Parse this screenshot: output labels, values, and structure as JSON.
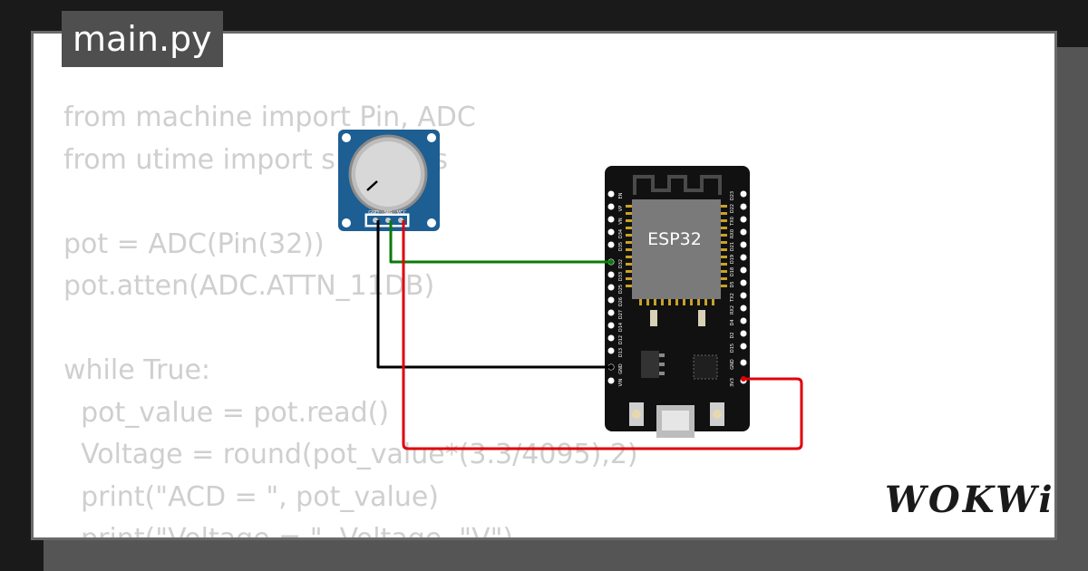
{
  "tab": {
    "title": "main.py"
  },
  "code": {
    "lines": [
      "from machine import Pin, ADC",
      "from utime import sleep_ms",
      "",
      "pot = ADC(Pin(32))",
      "pot.atten(ADC.ATTN_11DB)",
      "",
      "while True:",
      "  pot_value = pot.read()",
      "  Voltage = round(pot_value*(3.3/4095),2)",
      "  print(\"ACD = \", pot_value)",
      "  print(\"Voltage = \", Voltage, \"V\")"
    ]
  },
  "potentiometer": {
    "pins": [
      "GND",
      "SIG",
      "VCC"
    ]
  },
  "esp32": {
    "chip_label": "ESP32",
    "left_pins": [
      "EN",
      "VP",
      "VN",
      "D34",
      "D35",
      "D32",
      "D33",
      "D25",
      "D26",
      "D27",
      "D14",
      "D12",
      "D13",
      "GND",
      "VIN"
    ],
    "right_pins": [
      "D23",
      "D22",
      "TX0",
      "RX0",
      "D21",
      "D19",
      "D18",
      "D5",
      "TX2",
      "RX2",
      "D4",
      "D2",
      "D15",
      "GND",
      "3V3"
    ]
  },
  "logo": {
    "text": "WOKWi"
  },
  "colors": {
    "background": "#1a1a1a",
    "card": "#ffffff",
    "tab": "#4f4f4f",
    "code_text": "#cfcfcf",
    "pot_board": "#1d5e93",
    "esp_board": "#111111",
    "esp_chip": "#7a7a7a",
    "wire_signal": "#0a7a0a",
    "wire_ground": "#000000",
    "wire_power": "#e0000a"
  }
}
